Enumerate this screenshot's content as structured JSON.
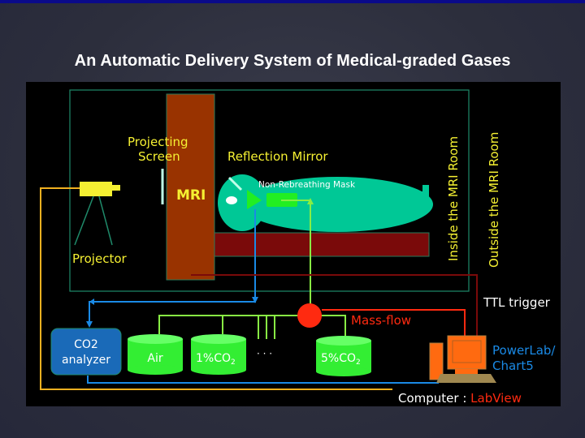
{
  "slide": {
    "title": "An Automatic Delivery System of Medical-graded Gases"
  },
  "diagram": {
    "labels": {
      "projecting_screen_line1": "Projecting",
      "projecting_screen_line2": "Screen",
      "mri": "MRI",
      "reflection_mirror": "Reflection Mirror",
      "mask": "Non-Rebreathing Mask",
      "projector": "Projector",
      "inside_room": "Inside the MRI Room",
      "outside_room": "Outside the MRI Room",
      "ttl_trigger": "TTL trigger",
      "mass_flow": "Mass-flow",
      "co2_analyzer_line1": "CO2",
      "co2_analyzer_line2": "analyzer",
      "tank_air": "Air",
      "tank_1pct": "1%CO",
      "tank_1pct_sub": "2",
      "ellipsis": "· · ·",
      "tank_5pct": "5%CO",
      "tank_5pct_sub": "2",
      "powerlab_line1": "PowerLab/",
      "powerlab_line2": "Chart5",
      "computer_prefix": "Computer : ",
      "computer_software": "LabView"
    },
    "colors": {
      "yellow_label": "#f5f032",
      "room_border": "#1f8a6a",
      "mri_body": "#993300",
      "bed": "#7a0a0a",
      "patient": "#00c896",
      "mask": "#22ee22",
      "blue_line": "#1a8ae6",
      "green_line": "#88ee44",
      "red_line": "#ff2a10",
      "darkred_line": "#7a0a0a",
      "orange_line": "#f0b020",
      "analyzer": "#1a6ab8",
      "tank": "#33ee33",
      "computer": "#ff6a10"
    }
  }
}
